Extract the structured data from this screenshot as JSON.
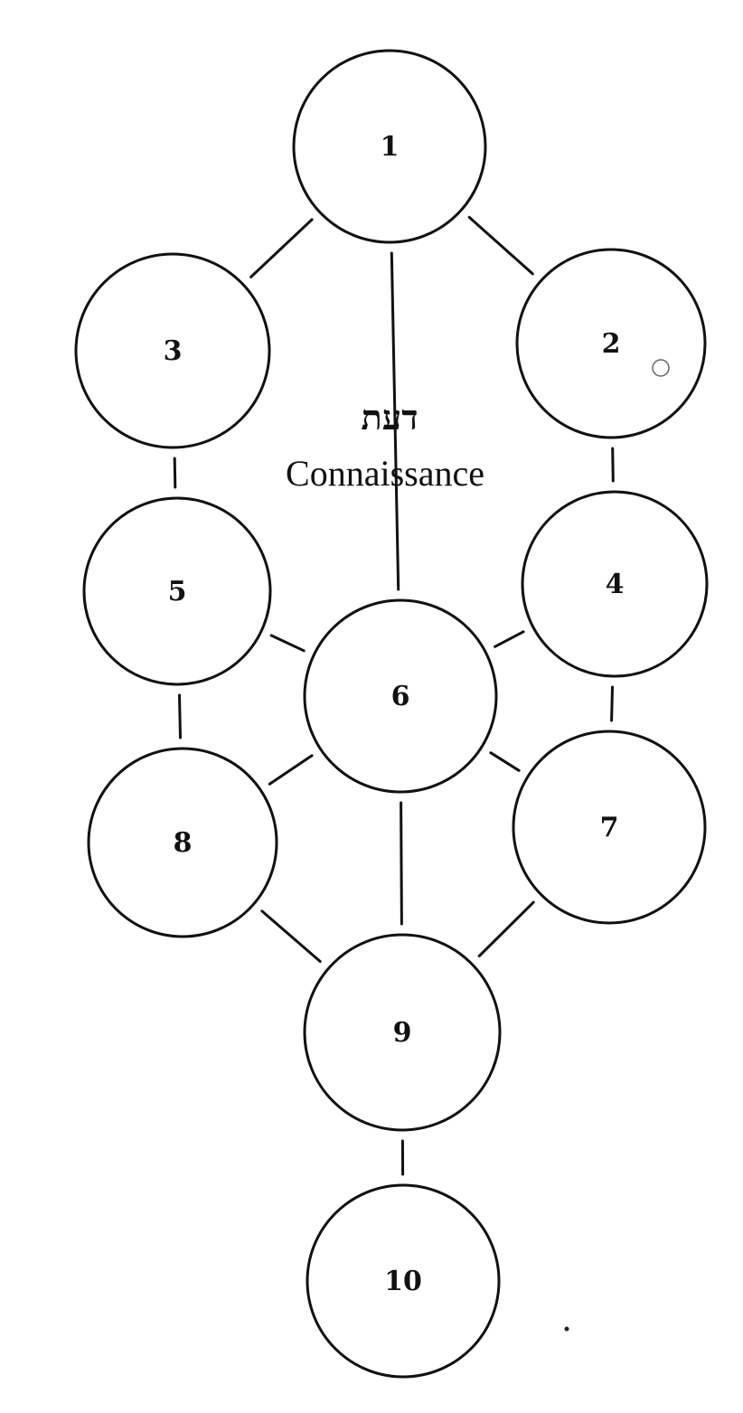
{
  "diagram": {
    "nodes": [
      {
        "id": "1",
        "label": "1"
      },
      {
        "id": "2",
        "label": "2"
      },
      {
        "id": "3",
        "label": "3"
      },
      {
        "id": "4",
        "label": "4"
      },
      {
        "id": "5",
        "label": "5"
      },
      {
        "id": "6",
        "label": "6"
      },
      {
        "id": "7",
        "label": "7"
      },
      {
        "id": "8",
        "label": "8"
      },
      {
        "id": "9",
        "label": "9"
      },
      {
        "id": "10",
        "label": "10"
      }
    ],
    "edges": [
      [
        "1",
        "2"
      ],
      [
        "1",
        "3"
      ],
      [
        "1",
        "6"
      ],
      [
        "2",
        "4"
      ],
      [
        "3",
        "5"
      ],
      [
        "4",
        "6"
      ],
      [
        "5",
        "6"
      ],
      [
        "4",
        "7"
      ],
      [
        "5",
        "8"
      ],
      [
        "6",
        "7"
      ],
      [
        "6",
        "8"
      ],
      [
        "6",
        "9"
      ],
      [
        "7",
        "9"
      ],
      [
        "8",
        "9"
      ],
      [
        "9",
        "10"
      ]
    ],
    "daat": {
      "hebrew": "דעת",
      "french": "Connaissance"
    }
  }
}
